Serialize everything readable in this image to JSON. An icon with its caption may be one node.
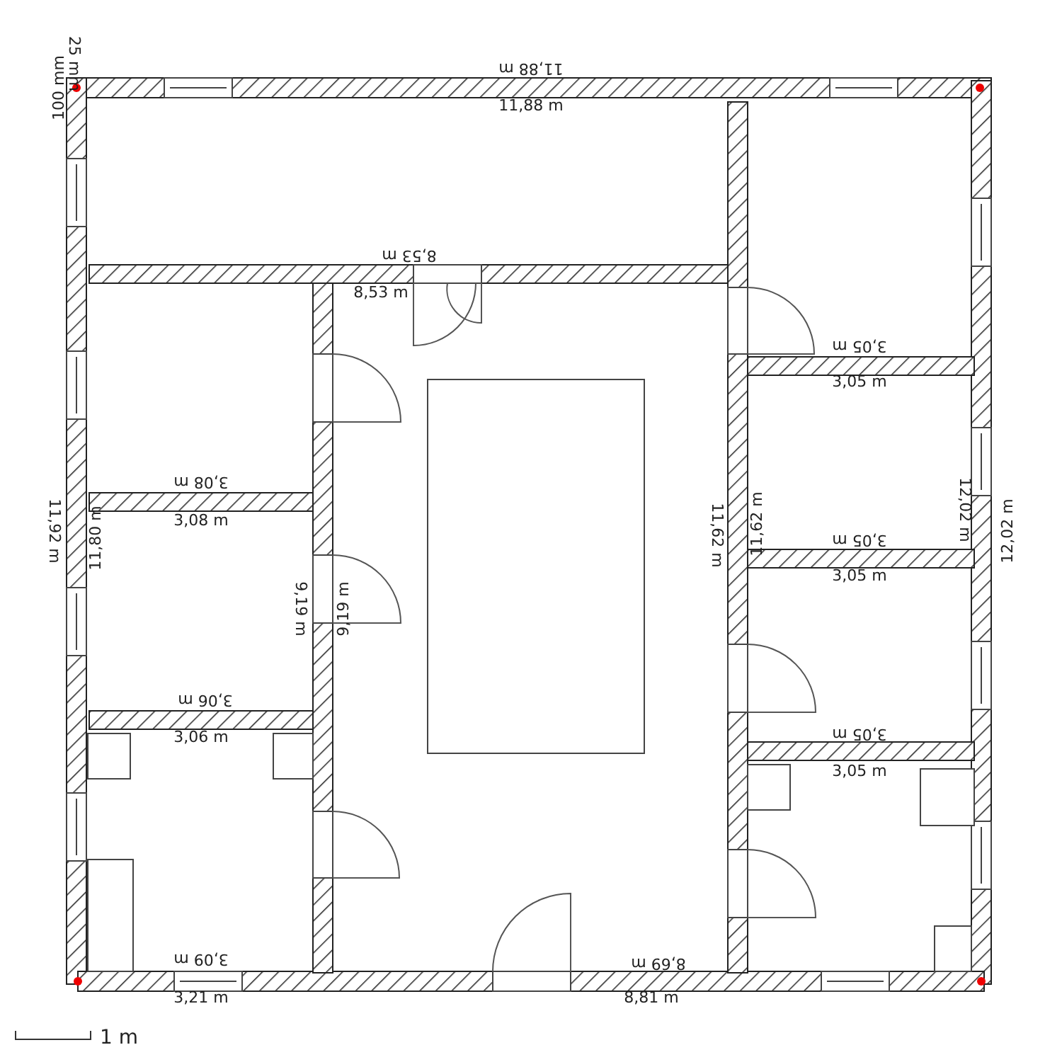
{
  "diagram": {
    "labels": [
      "100 mm",
      "25 mm",
      "11,88 m",
      "11,88 m",
      "8,53 m",
      "8,53 m",
      "3,05 m",
      "3,05 m",
      "3,08 m",
      "3,08 m",
      "11,92 m",
      "11,80 m",
      "11,62 m",
      "11,62 m",
      "12,02 m",
      "12,02 m",
      "3,05 m",
      "3,05 m",
      "9,19 m",
      "9,19 m",
      "3,06 m",
      "3,06 m",
      "3,05 m",
      "3,05 m",
      "3,09 m",
      "3,21 m",
      "8,69 m",
      "8,81 m",
      "1 m"
    ]
  }
}
